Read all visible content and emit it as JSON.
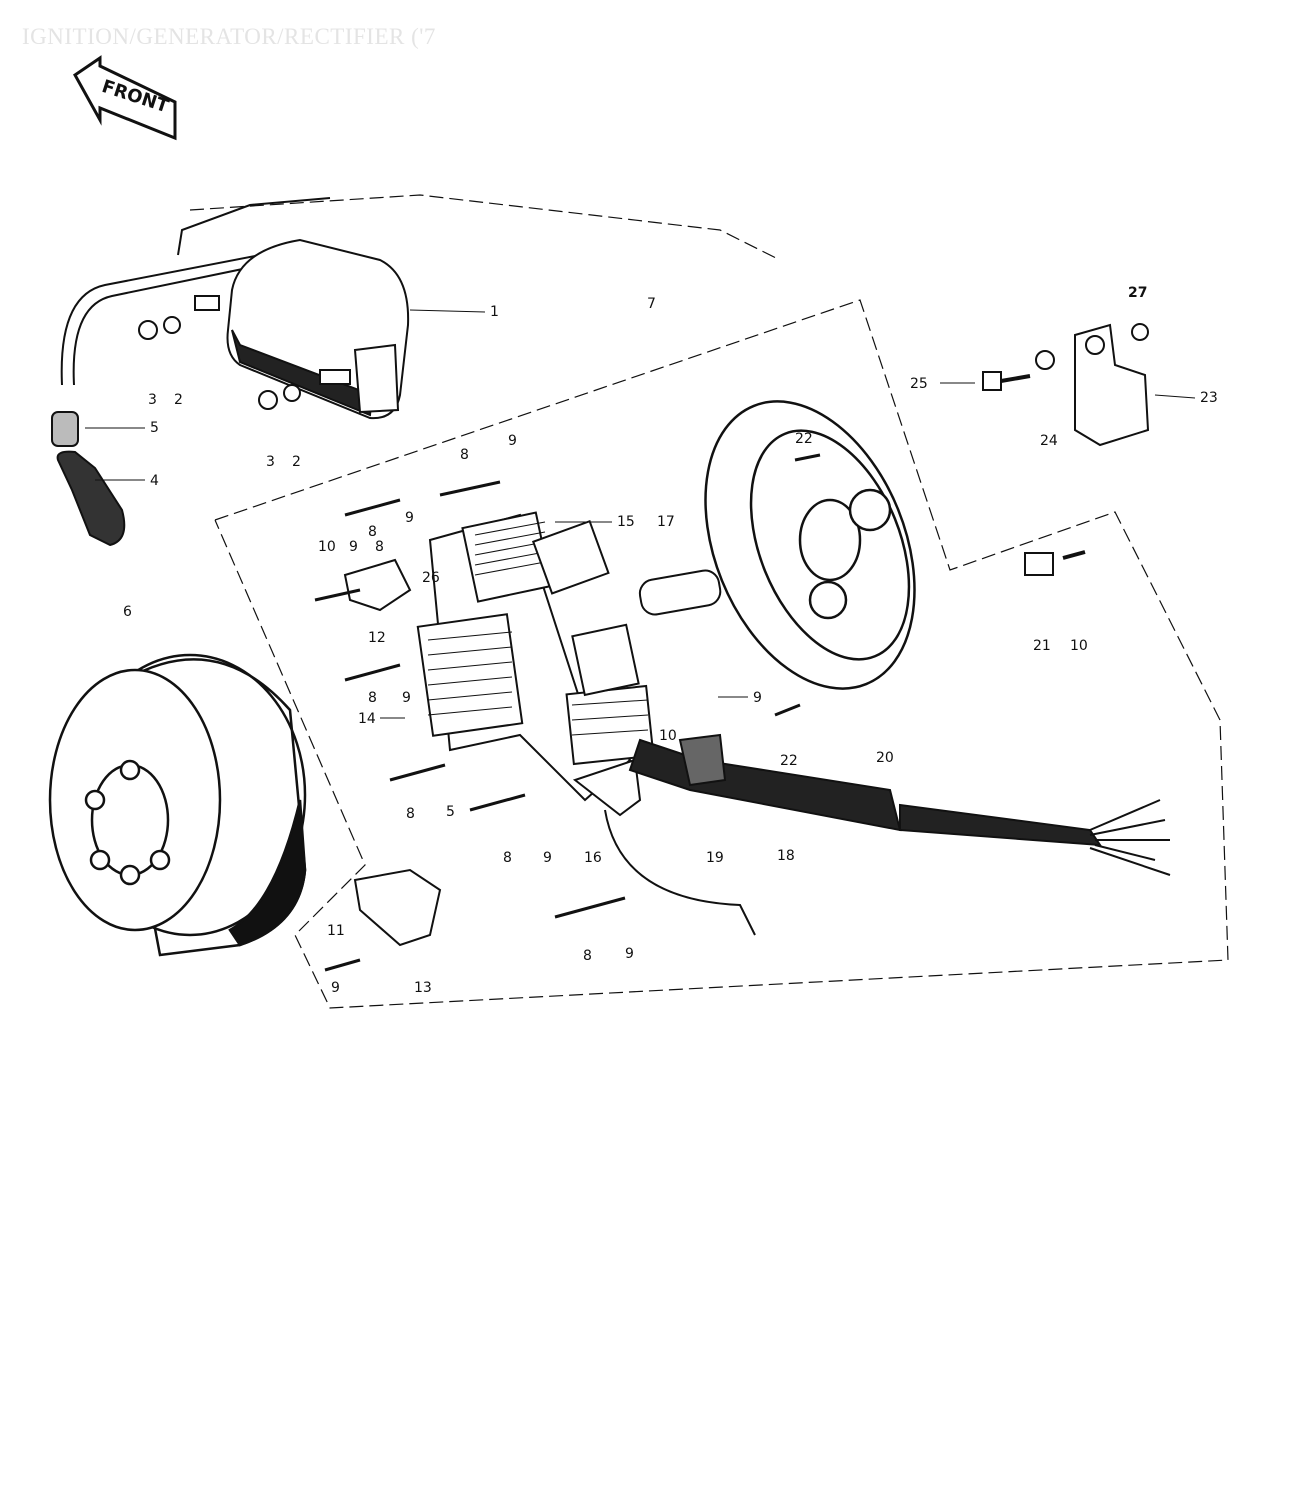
{
  "title": "IGNITION/GENERATOR/RECTIFIER ('7",
  "front_label": "FRONT",
  "callouts": [
    {
      "text": "1"
    },
    {
      "text": "2"
    },
    {
      "text": "3"
    },
    {
      "text": "2"
    },
    {
      "text": "3"
    },
    {
      "text": "5"
    },
    {
      "text": "4"
    },
    {
      "text": "6"
    },
    {
      "text": "7"
    },
    {
      "text": "8"
    },
    {
      "text": "9"
    },
    {
      "text": "8"
    },
    {
      "text": "9"
    },
    {
      "text": "10"
    },
    {
      "text": "9"
    },
    {
      "text": "8"
    },
    {
      "text": "26"
    },
    {
      "text": "12"
    },
    {
      "text": "15"
    },
    {
      "text": "17"
    },
    {
      "text": "8"
    },
    {
      "text": "9"
    },
    {
      "text": "14"
    },
    {
      "text": "9"
    },
    {
      "text": "10"
    },
    {
      "text": "22"
    },
    {
      "text": "20"
    },
    {
      "text": "8"
    },
    {
      "text": "5"
    },
    {
      "text": "8"
    },
    {
      "text": "9"
    },
    {
      "text": "16"
    },
    {
      "text": "19"
    },
    {
      "text": "18"
    },
    {
      "text": "8"
    },
    {
      "text": "9"
    },
    {
      "text": "11"
    },
    {
      "text": "9"
    },
    {
      "text": "13"
    },
    {
      "text": "22"
    },
    {
      "text": "27"
    },
    {
      "text": "25"
    },
    {
      "text": "23"
    },
    {
      "text": "24"
    },
    {
      "text": "21"
    },
    {
      "text": "10"
    }
  ],
  "colors": {
    "line": "#111111",
    "title": "#e4e4e4",
    "background": "#ffffff"
  }
}
